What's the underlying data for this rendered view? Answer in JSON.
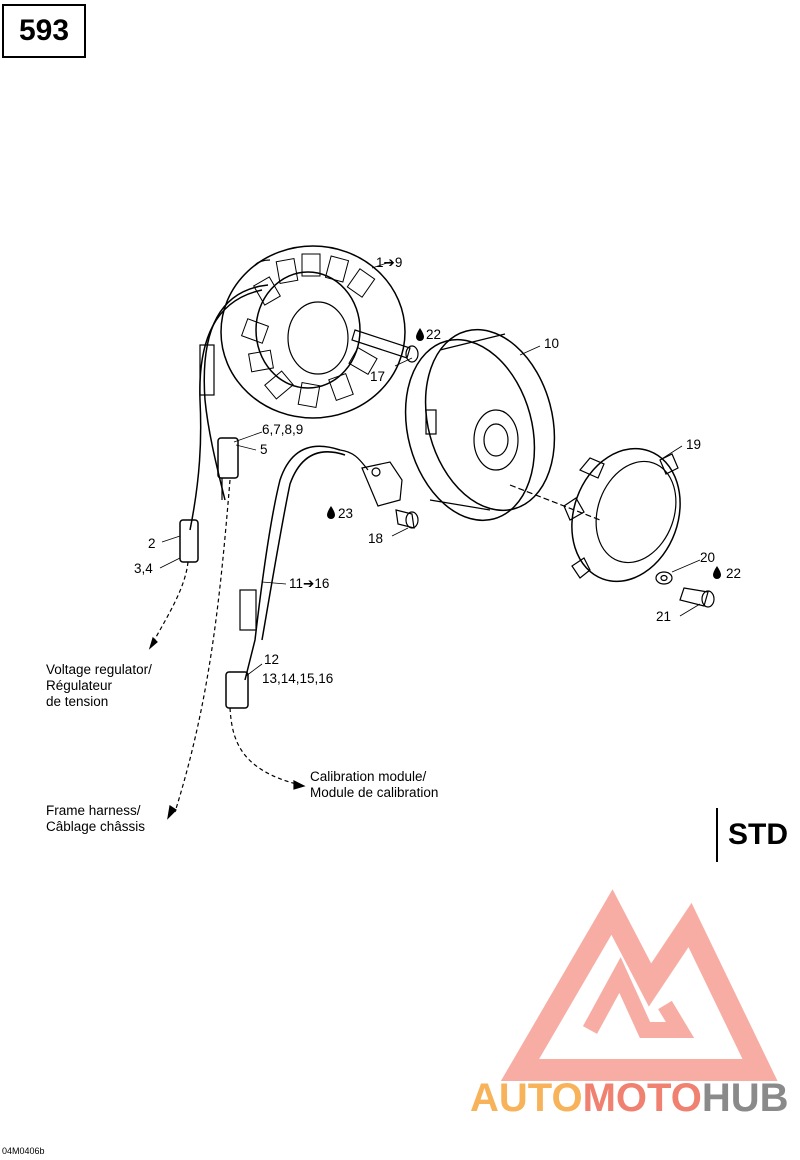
{
  "page_number": "593",
  "variant_badge": "STD",
  "document_code": "04M0406b",
  "callouts": {
    "c1_9": "1➔9",
    "c22a": "22",
    "c17": "17",
    "c10": "10",
    "c6789": "6,7,8,9",
    "c5": "5",
    "c19": "19",
    "c23": "23",
    "c18": "18",
    "c2": "2",
    "c34": "3,4",
    "c11_16": "11➔16",
    "c20": "20",
    "c22b": "22",
    "c21": "21",
    "c12": "12",
    "c13_16": "13,14,15,16"
  },
  "destinations": {
    "voltage_regulator": [
      "Voltage regulator/",
      "Régulateur",
      "de tension"
    ],
    "calibration_module": [
      "Calibration module/",
      "Module de calibration"
    ],
    "frame_harness": [
      "Frame harness/",
      "Câblage châssis"
    ]
  },
  "watermark": {
    "part1": "AUTO",
    "part2": "MOTO",
    "part3": "HUB",
    "colors": {
      "orange": "#f7b25a",
      "red": "#f08070",
      "grey": "#8a8a8a"
    }
  }
}
